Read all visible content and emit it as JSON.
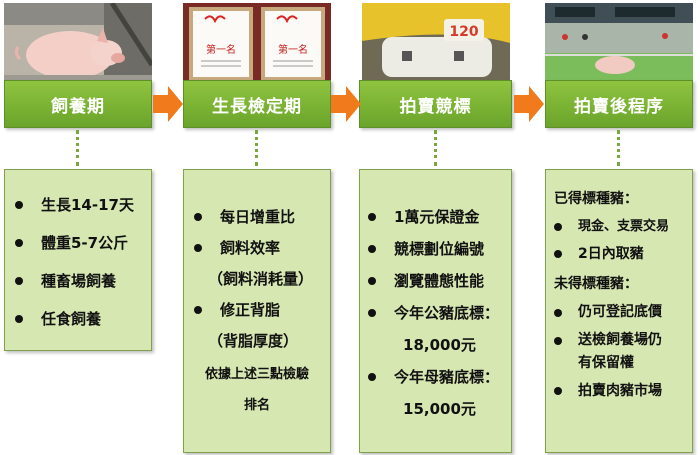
{
  "stages": [
    {
      "title": "飼養期",
      "image": "pig-in-pen-photo",
      "items": [
        "生長14-17天",
        "體重5-7公斤",
        "種畜場飼養",
        "任食飼養"
      ]
    },
    {
      "title": "生長檢定期",
      "image": "certificates-photo",
      "items": [
        "每日增重比",
        "飼料效率",
        "（飼料消耗量）",
        "修正背脂",
        "（背脂厚度）",
        "依據上述三點檢驗",
        "排名"
      ]
    },
    {
      "title": "拍賣競標",
      "image": "bid-tag-120-photo",
      "items": [
        "1萬元保證金",
        "競標劃位編號",
        "瀏覽體態性能",
        "今年公豬底標：",
        "18,000元",
        "今年母豬底標：",
        "15,000元"
      ]
    },
    {
      "title": "拍賣後程序",
      "image": "auction-arena-photo",
      "items": [
        "已得標種豬：",
        "現金、支票交易",
        "2日內取豬",
        "未得標種豬：",
        "仍可登記底價",
        "送檢飼養場仍",
        "有保留權",
        "拍賣肉豬市場"
      ]
    }
  ],
  "ear_tag_number": "120",
  "certificate_text": "第一名",
  "colors": {
    "header_green": "#7ab536",
    "box_green": "#d6e7b2",
    "arrow_orange": "#f07a1c",
    "dots_green": "#79a63e"
  },
  "arrow_icon": "right-arrow-icon"
}
